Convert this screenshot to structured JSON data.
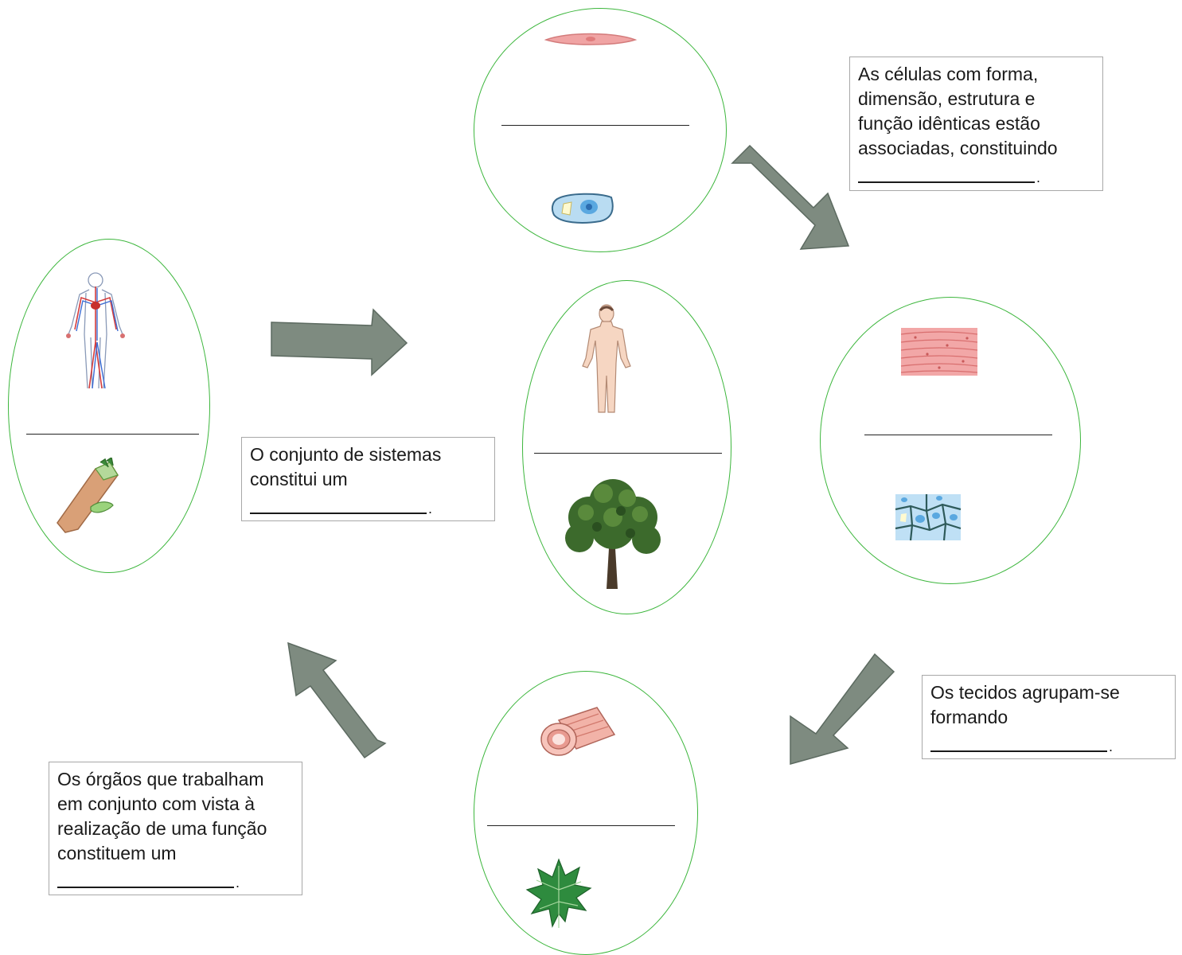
{
  "colors": {
    "ellipse_border": "#3cb63c",
    "arrow_fill": "#7e8b80",
    "arrow_stroke": "#5c6a60",
    "box_border": "#a8a8a8"
  },
  "stages": [
    {
      "id": "cells",
      "top_icon": "muscle-cell-icon",
      "bottom_icon": "plant-cell-icon"
    },
    {
      "id": "tissues",
      "top_icon": "muscle-tissue-icon",
      "bottom_icon": "plant-tissue-icon"
    },
    {
      "id": "organs",
      "top_icon": "blood-vessel-icon",
      "bottom_icon": "leaf-icon"
    },
    {
      "id": "systems",
      "top_icon": "circulatory-system-icon",
      "bottom_icon": "plant-stem-icon"
    },
    {
      "id": "organism",
      "top_icon": "human-body-icon",
      "bottom_icon": "tree-icon"
    }
  ],
  "boxes": {
    "tissue_box": {
      "text": "As células com forma,\ndimensão, estrutura e\nfunção idênticas estão\nassociadas, constituindo"
    },
    "organ_box": {
      "text": "Os tecidos agrupam-se\nformando"
    },
    "system_box": {
      "text": "Os órgãos que trabalham\nem conjunto com vista à\nrealização de uma função\nconstituem um"
    },
    "organism_box": {
      "text": "O conjunto de sistemas\nconstitui um"
    }
  },
  "blank_terminator": "."
}
